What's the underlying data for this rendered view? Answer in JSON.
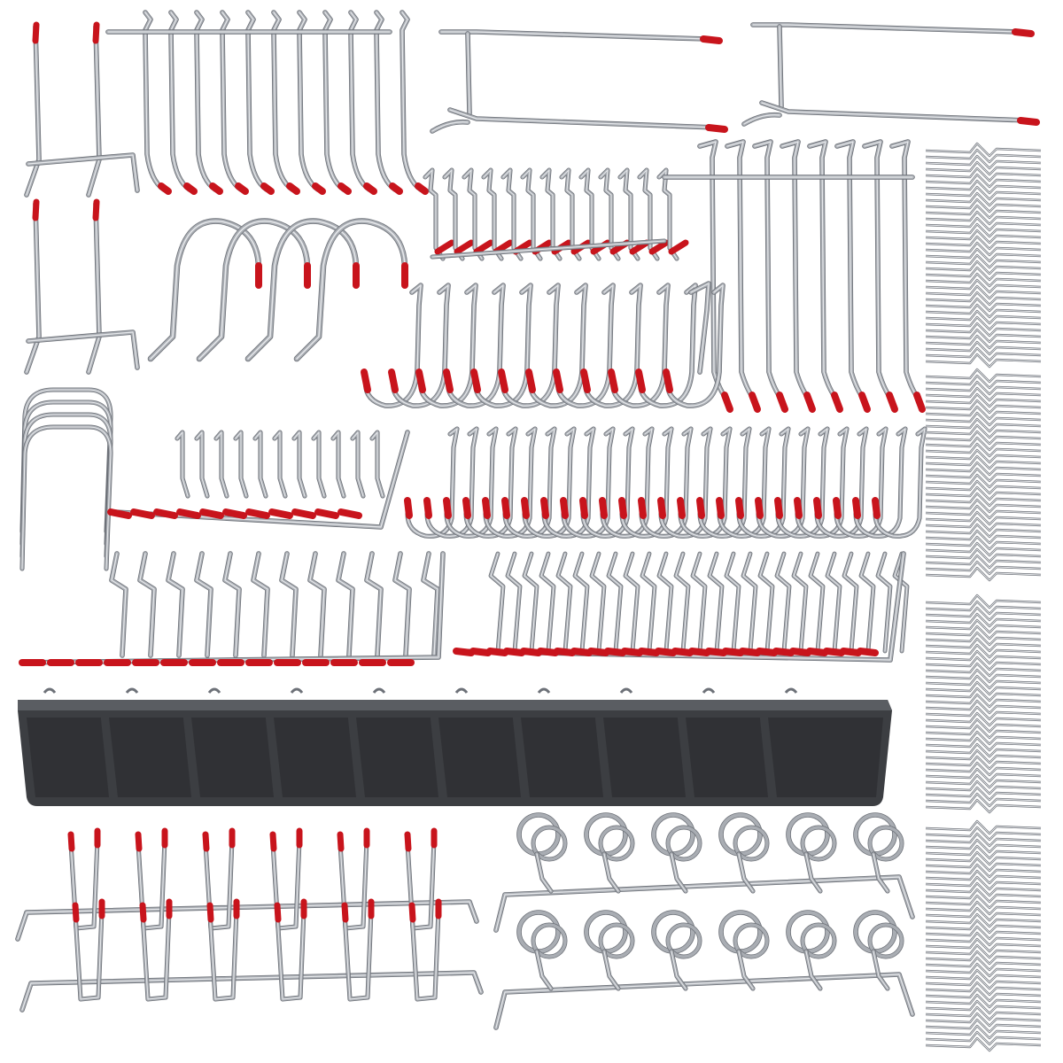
{
  "image": {
    "subject": "pegboard-hook-assortment",
    "colors": {
      "background": "#ffffff",
      "metal": "#a9adb3",
      "metal_dark": "#6d7178",
      "metal_light": "#e6e8eb",
      "tip": "#c8141c",
      "bin": "#3c3e42",
      "bin_dark": "#232427",
      "bin_light": "#5a5d62"
    },
    "groups": [
      {
        "name": "double-prong-hooks",
        "count": 2
      },
      {
        "name": "curved-single-hooks",
        "count": 11
      },
      {
        "name": "long-double-hooks",
        "count": 2
      },
      {
        "name": "j-hooks",
        "count": 4
      },
      {
        "name": "zigzag-hooks",
        "count": 11
      },
      {
        "name": "long-single-hooks",
        "count": 8
      },
      {
        "name": "pegboard-locks",
        "count": 4
      },
      {
        "name": "curl-hooks-row",
        "count": 12
      },
      {
        "name": "angled-hooks-row",
        "count": 14
      },
      {
        "name": "l-hooks-row",
        "count": 25
      },
      {
        "name": "offset-hooks-row",
        "count": 12
      },
      {
        "name": "offset-hooks-row-long",
        "count": 25
      },
      {
        "name": "bins",
        "count": 10
      },
      {
        "name": "tool-holder-bars",
        "count": 2
      },
      {
        "name": "ring-holder-bars",
        "count": 2
      },
      {
        "name": "locking-clip-stacks",
        "count": 4
      }
    ]
  }
}
